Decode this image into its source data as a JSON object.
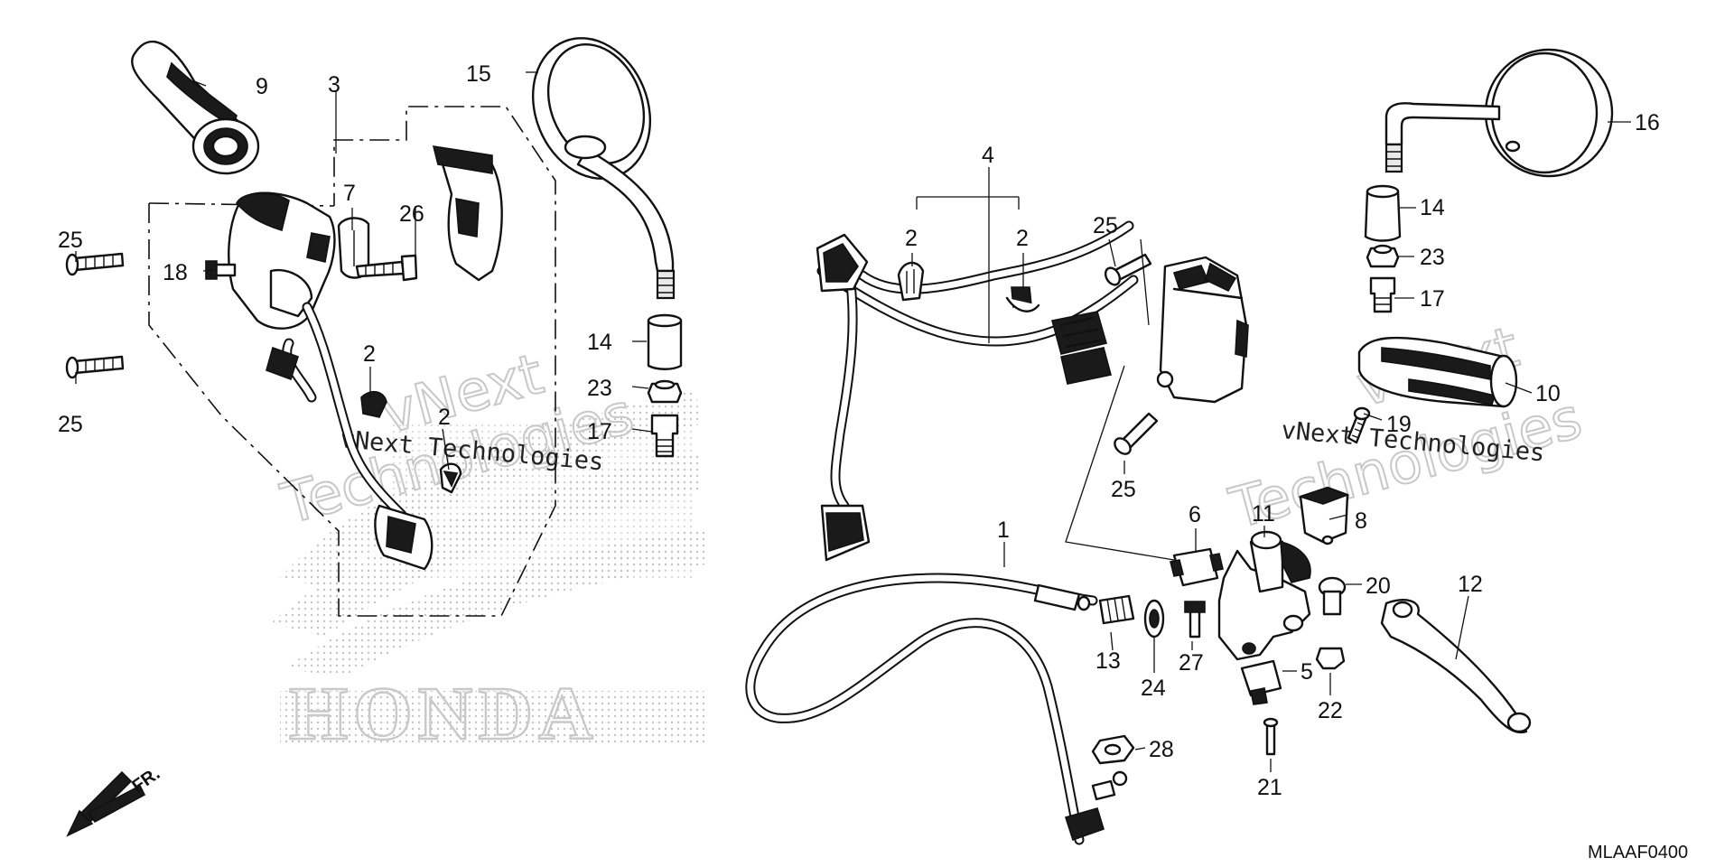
{
  "diagram": {
    "brand_watermark": "HONDA",
    "watermark_left": {
      "name": "vNext",
      "line2": "Technologies",
      "caption": "vNext Technologies"
    },
    "watermark_right": {
      "name": "vNext",
      "line2": "Technologies",
      "caption": "vNext Technologies"
    },
    "direction_label": "FR.",
    "reference_code": "MLAAF0400",
    "callouts": {
      "c1": "1",
      "c2a": "2",
      "c2b": "2",
      "c2c": "2",
      "c2d": "2",
      "c3": "3",
      "c4": "4",
      "c5": "5",
      "c6": "6",
      "c7": "7",
      "c8": "8",
      "c9": "9",
      "c10": "10",
      "c11": "11",
      "c12": "12",
      "c13": "13",
      "c14a": "14",
      "c14b": "14",
      "c15": "15",
      "c16": "16",
      "c17a": "17",
      "c17b": "17",
      "c18": "18",
      "c19": "19",
      "c20": "20",
      "c21": "21",
      "c22": "22",
      "c23a": "23",
      "c23b": "23",
      "c24": "24",
      "c25a": "25",
      "c25b": "25",
      "c25c": "25",
      "c25d": "25",
      "c26": "26",
      "c27": "27",
      "c28": "28"
    }
  }
}
